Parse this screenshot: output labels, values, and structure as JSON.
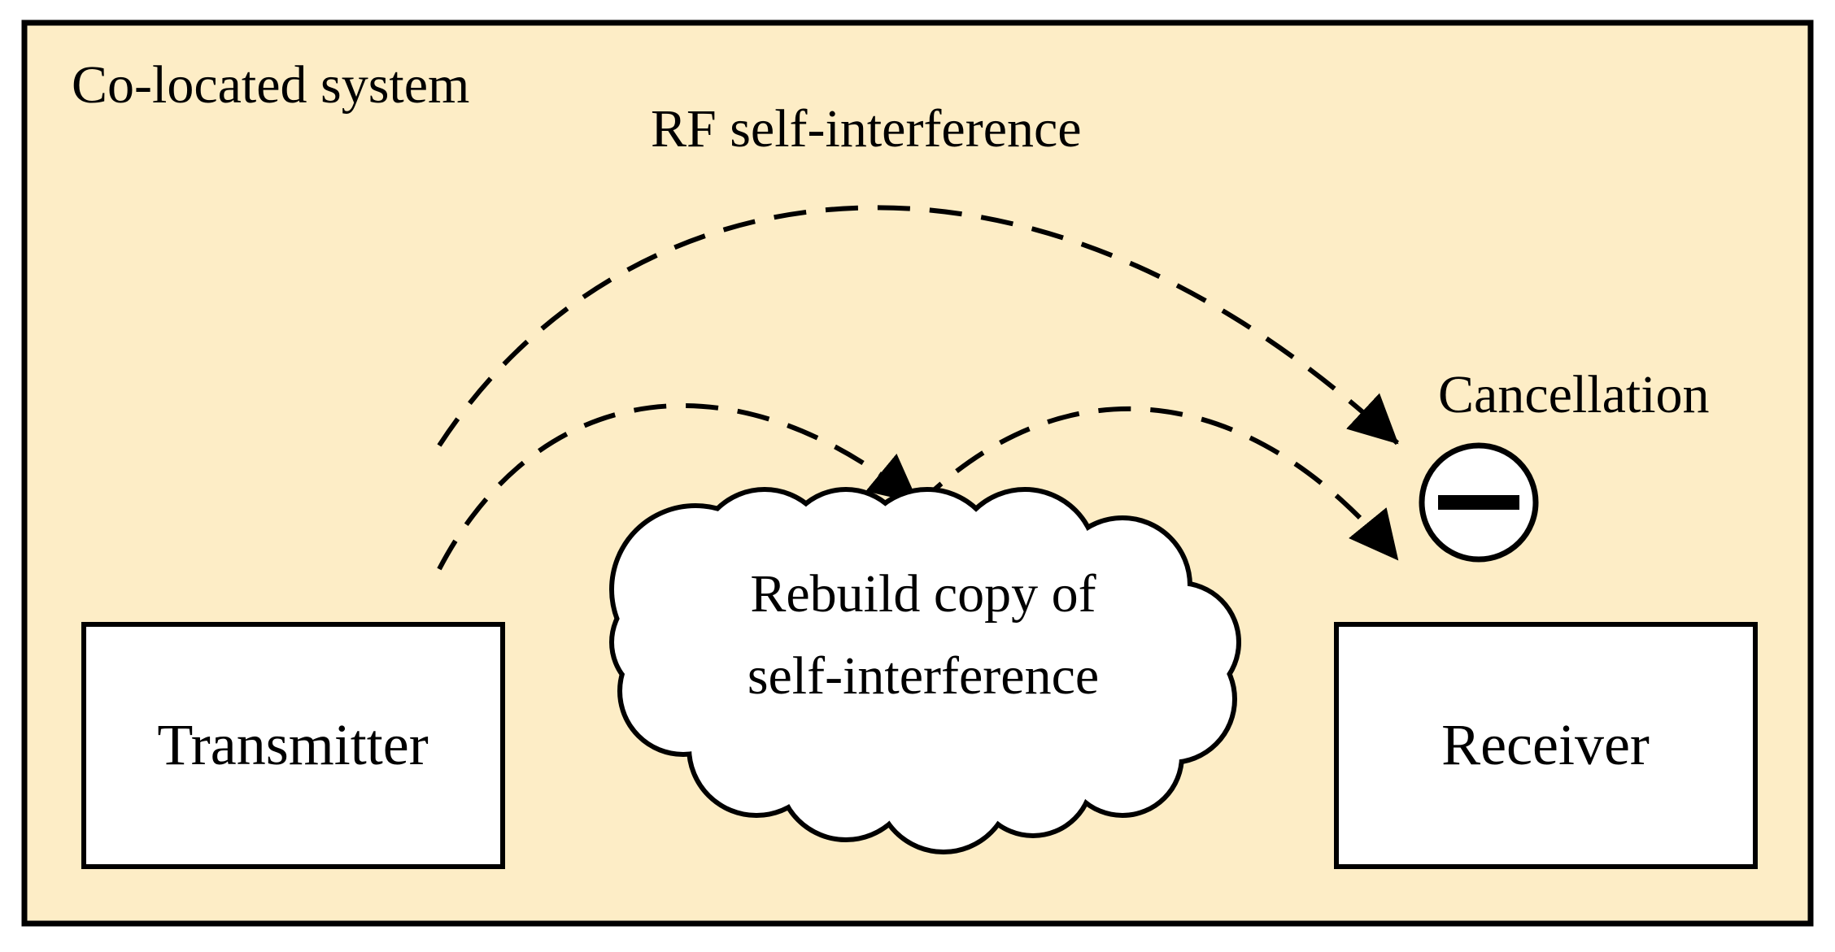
{
  "diagram": {
    "container_label": "Co-located system",
    "rf_label": "RF self-interference",
    "cancellation_label": "Cancellation",
    "transmitter_label": "Transmitter",
    "receiver_label": "Receiver",
    "cloud_line1": "Rebuild copy of",
    "cloud_line2": "self-interference",
    "cancellation_symbol": "minus-icon",
    "colors": {
      "background": "#fdedc6",
      "box_fill": "#ffffff",
      "stroke": "#000000"
    }
  }
}
